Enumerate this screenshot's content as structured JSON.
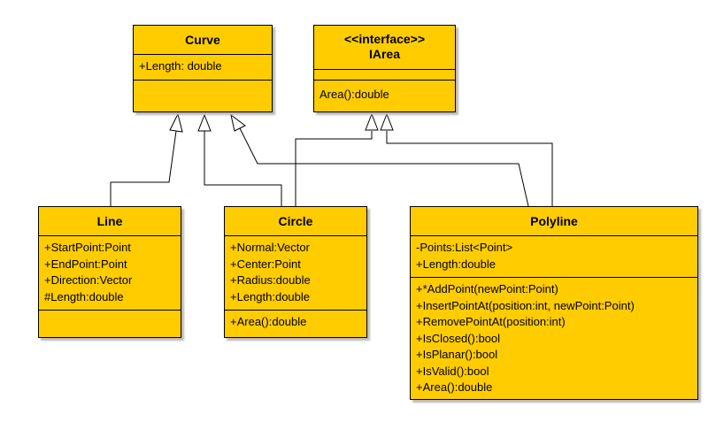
{
  "diagram": {
    "classes": {
      "curve": {
        "name": "Curve",
        "attributes": [
          "+Length: double"
        ],
        "operations": []
      },
      "iarea": {
        "stereotype": "<<interface>>",
        "name": "IArea",
        "attributes": [],
        "operations": [
          "Area():double"
        ]
      },
      "line": {
        "name": "Line",
        "attributes": [
          "+StartPoint:Point",
          "+EndPoint:Point",
          "+Direction:Vector",
          "#Length:double"
        ],
        "operations": []
      },
      "circle": {
        "name": "Circle",
        "attributes": [
          "+Normal:Vector",
          "+Center:Point",
          "+Radius:double",
          "+Length:double"
        ],
        "operations": [
          "+Area():double"
        ]
      },
      "polyline": {
        "name": "Polyline",
        "attributes": [
          "-Points:List<Point>",
          "+Length:double"
        ],
        "operations": [
          "+*AddPoint(newPoint:Point)",
          "+InsertPointAt(position:int, newPoint:Point)",
          "+RemovePointAt(position:int)",
          "+IsClosed():bool",
          "+IsPlanar():bool",
          "+IsValid():bool",
          "+Area():double"
        ]
      }
    },
    "relations": [
      {
        "type": "generalization",
        "from": "Line",
        "to": "Curve"
      },
      {
        "type": "generalization",
        "from": "Circle",
        "to": "Curve"
      },
      {
        "type": "generalization",
        "from": "Polyline",
        "to": "Curve"
      },
      {
        "type": "realization",
        "from": "Circle",
        "to": "IArea"
      },
      {
        "type": "realization",
        "from": "Polyline",
        "to": "IArea"
      }
    ],
    "colors": {
      "class_fill": "#FFCC00",
      "line": "#000000",
      "shadow": "#b9b9b9"
    }
  }
}
